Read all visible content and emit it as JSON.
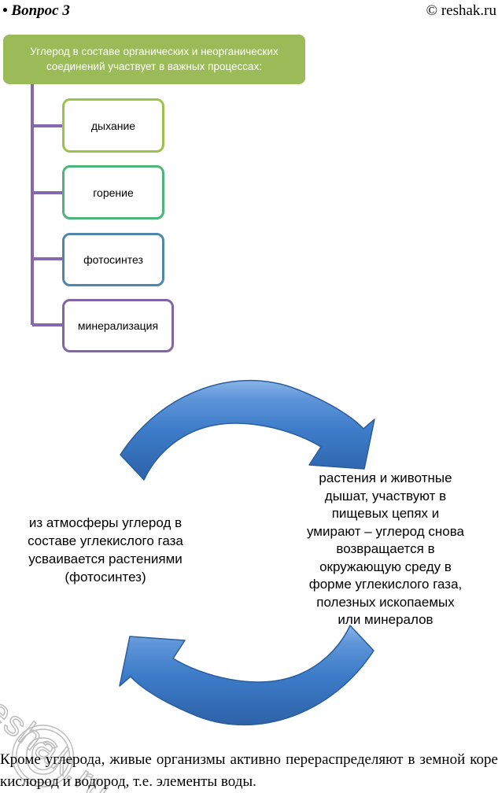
{
  "header": {
    "question_label": "• Вопрос 3",
    "copyright": "© reshak.ru"
  },
  "watermark": {
    "text": "reshak.ru",
    "copyright_glyph": "©"
  },
  "process_tree": {
    "root": {
      "label": "Углерод в составе органических и неорганических соединений участвует в важных процессах:",
      "fill_color": "#9bbb59"
    },
    "connector_color": "#8668ae",
    "items": [
      {
        "label": "дыхание",
        "border_color": "#9cc24b"
      },
      {
        "label": "горение",
        "border_color": "#4db47a"
      },
      {
        "label": "фотосинтез",
        "border_color": "#4e86ac"
      },
      {
        "label": "минерализация",
        "border_color": "#8365a6"
      }
    ]
  },
  "carbon_cycle": {
    "arrow_color": "#3b79c4",
    "left_text": "из атмосферы углерод в\nсоставе углекислого газа\nусваивается растениями\n(фотосинтез)",
    "right_text": "растения и животные\nдышат, участвуют в\nпищевых цепях и\nумирают – углерод снова\nвозвращается в\nокружающую среду в\nформе углекислого газа,\nполезных ископаемых\nили минералов"
  },
  "footer_paragraph": "Кроме углерода, живые организмы активно перераспределяют в земной коре кислород и водород, т.е. элементы воды."
}
